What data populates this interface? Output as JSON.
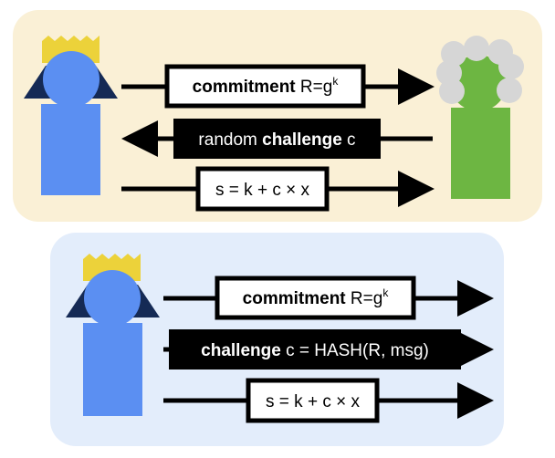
{
  "colors": {
    "top_panel": "#faf0d6",
    "bottom_panel": "#e3edfb",
    "prover_body": "#5b8ff2",
    "crown": "#ecd23a",
    "hair": "#152a55",
    "verifier_body": "#6db642",
    "wig": "#d6d6d6",
    "arrow": "#000000"
  },
  "interactive": {
    "commitment": {
      "keyword": "commitment",
      "expr_base": "R=g",
      "expr_sup": "k"
    },
    "challenge": {
      "prefix": "random ",
      "keyword": "challenge",
      "suffix": " c"
    },
    "response": {
      "text": "s = k + c × x"
    }
  },
  "non_interactive": {
    "commitment": {
      "keyword": "commitment",
      "expr_base": "R=g",
      "expr_sup": "k"
    },
    "challenge": {
      "keyword": "challenge",
      "suffix": " c = HASH(R, msg)"
    },
    "response": {
      "text": "s = k + c × x"
    }
  }
}
